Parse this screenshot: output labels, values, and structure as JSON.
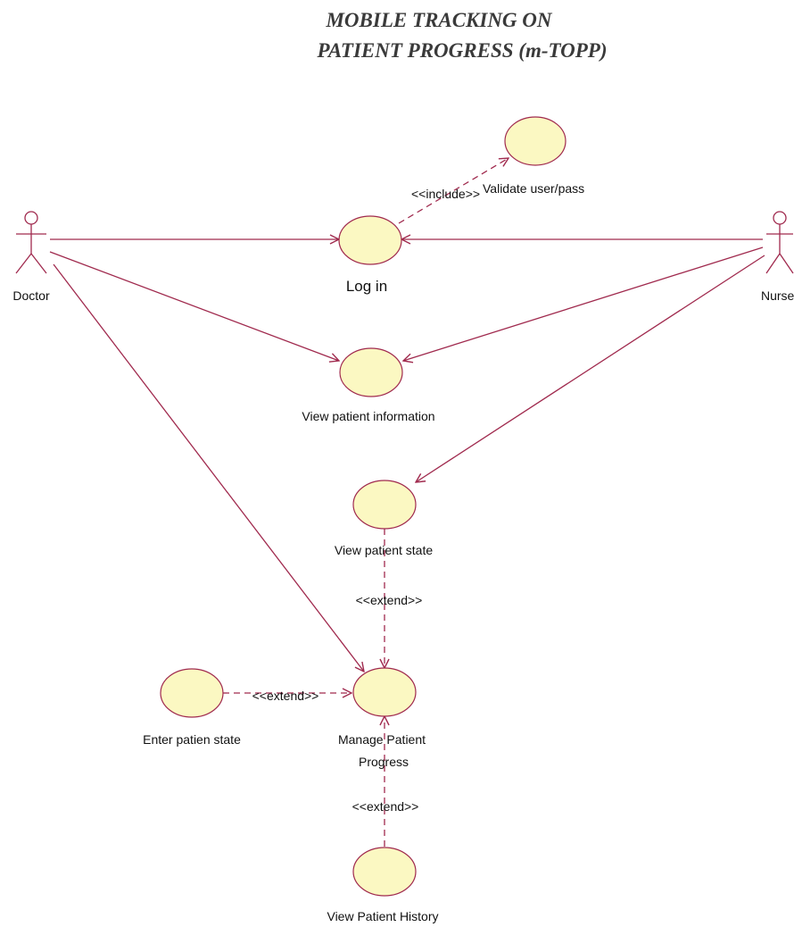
{
  "title": {
    "line1": "MOBILE TRACKING ON",
    "line2": "PATIENT PROGRESS (m-TOPP)"
  },
  "actors": {
    "doctor": "Doctor",
    "nurse": "Nurse"
  },
  "use_cases": {
    "validate": "Validate user/pass",
    "login": "Log in",
    "view_info": "View patient information",
    "view_state": "View patient state",
    "manage_line1": "Manage Patient",
    "manage_line2": "Progress",
    "enter_state": "Enter patien state",
    "view_history": "View Patient History"
  },
  "stereotypes": {
    "include": "<<include>>",
    "extend_view_state": "<<extend>>",
    "extend_enter_state": "<<extend>>",
    "extend_history": "<<extend>>"
  },
  "colors": {
    "line": "#a02a4e",
    "use_case_fill": "#fbf8c2"
  }
}
